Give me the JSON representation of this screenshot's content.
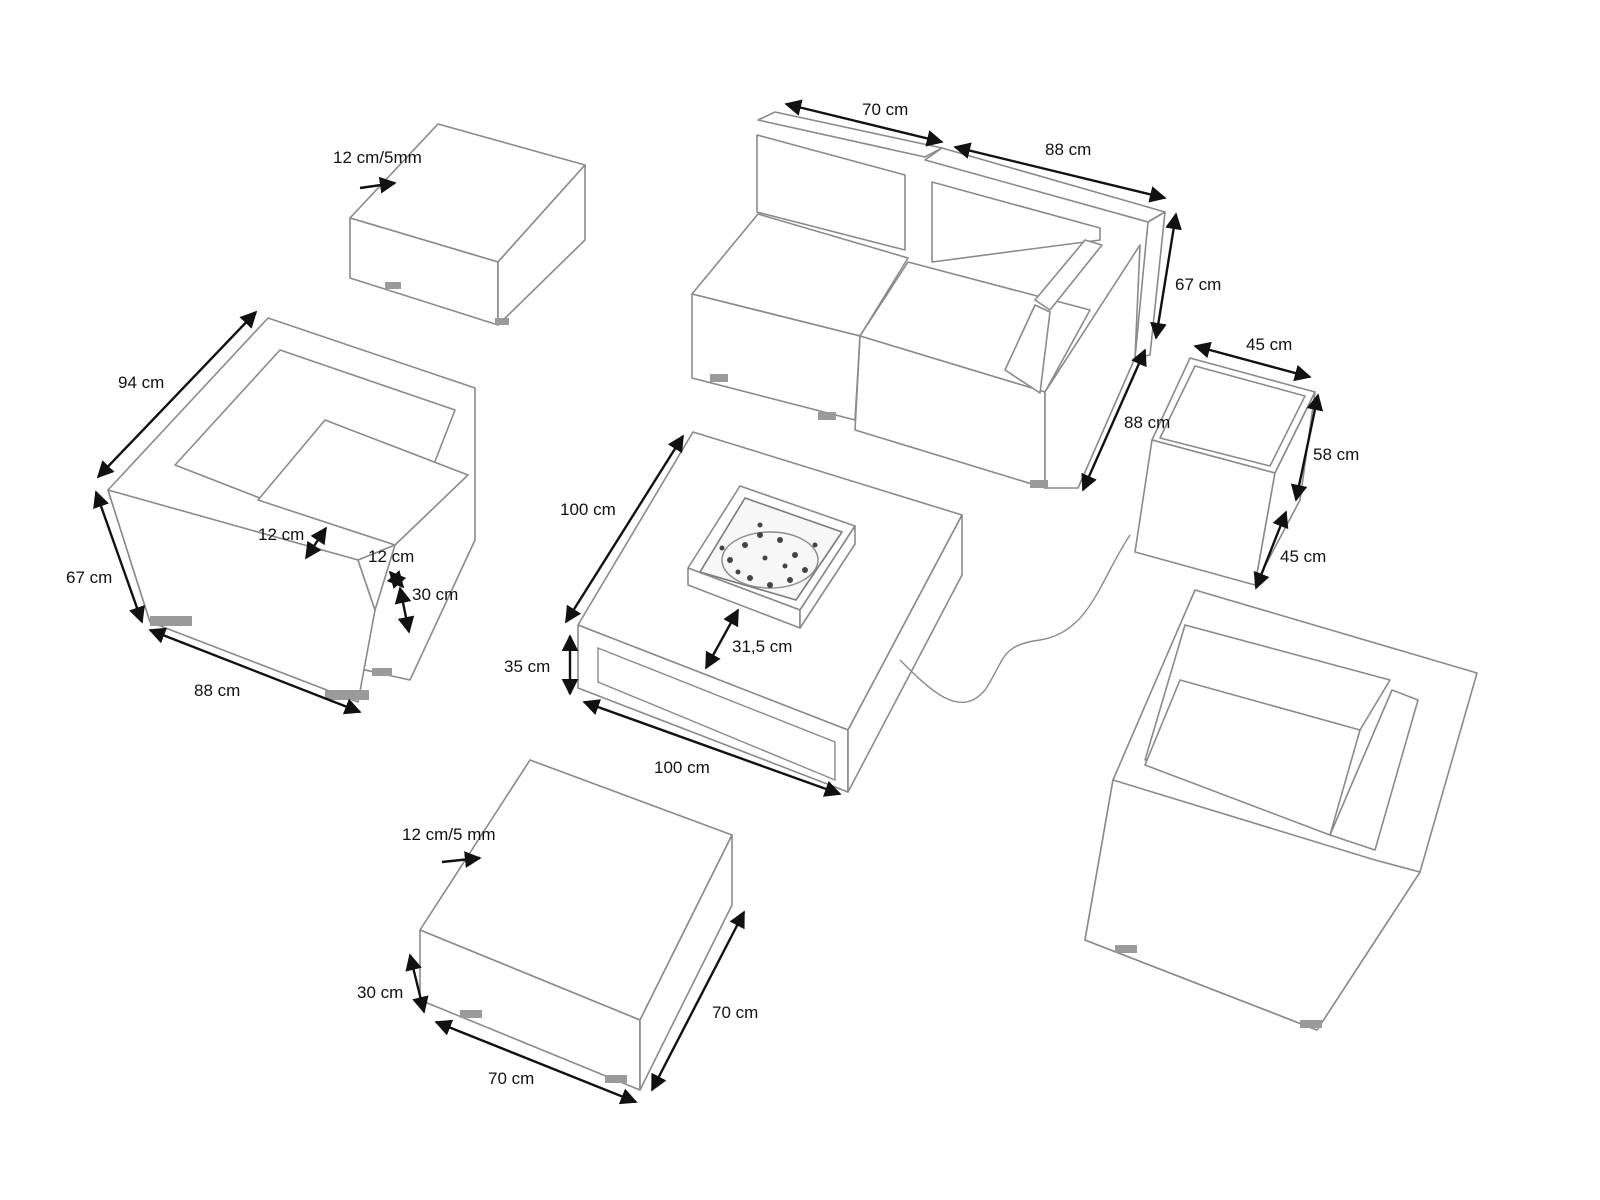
{
  "dimensions": {
    "top_ottoman_mark": "12 cm/5mm",
    "corner_top_left_width": "70 cm",
    "corner_top_right_width": "88 cm",
    "corner_height": "67 cm",
    "corner_depth": "88 cm",
    "left_chair_depth": "94 cm",
    "left_chair_height": "67 cm",
    "left_chair_width": "88 cm",
    "left_chair_armrest": "12 cm",
    "left_chair_cushion": "12 cm",
    "left_chair_seat_height": "30 cm",
    "table_depth": "100 cm",
    "table_height": "35 cm",
    "table_width": "100 cm",
    "burner_size": "31,5 cm",
    "side_table_top": "45 cm",
    "side_table_height": "58 cm",
    "side_table_depth": "45 cm",
    "bottom_ottoman_mark": "12 cm/5 mm",
    "bottom_ottoman_height": "30 cm",
    "bottom_ottoman_width": "70 cm",
    "bottom_ottoman_depth": "70 cm"
  }
}
